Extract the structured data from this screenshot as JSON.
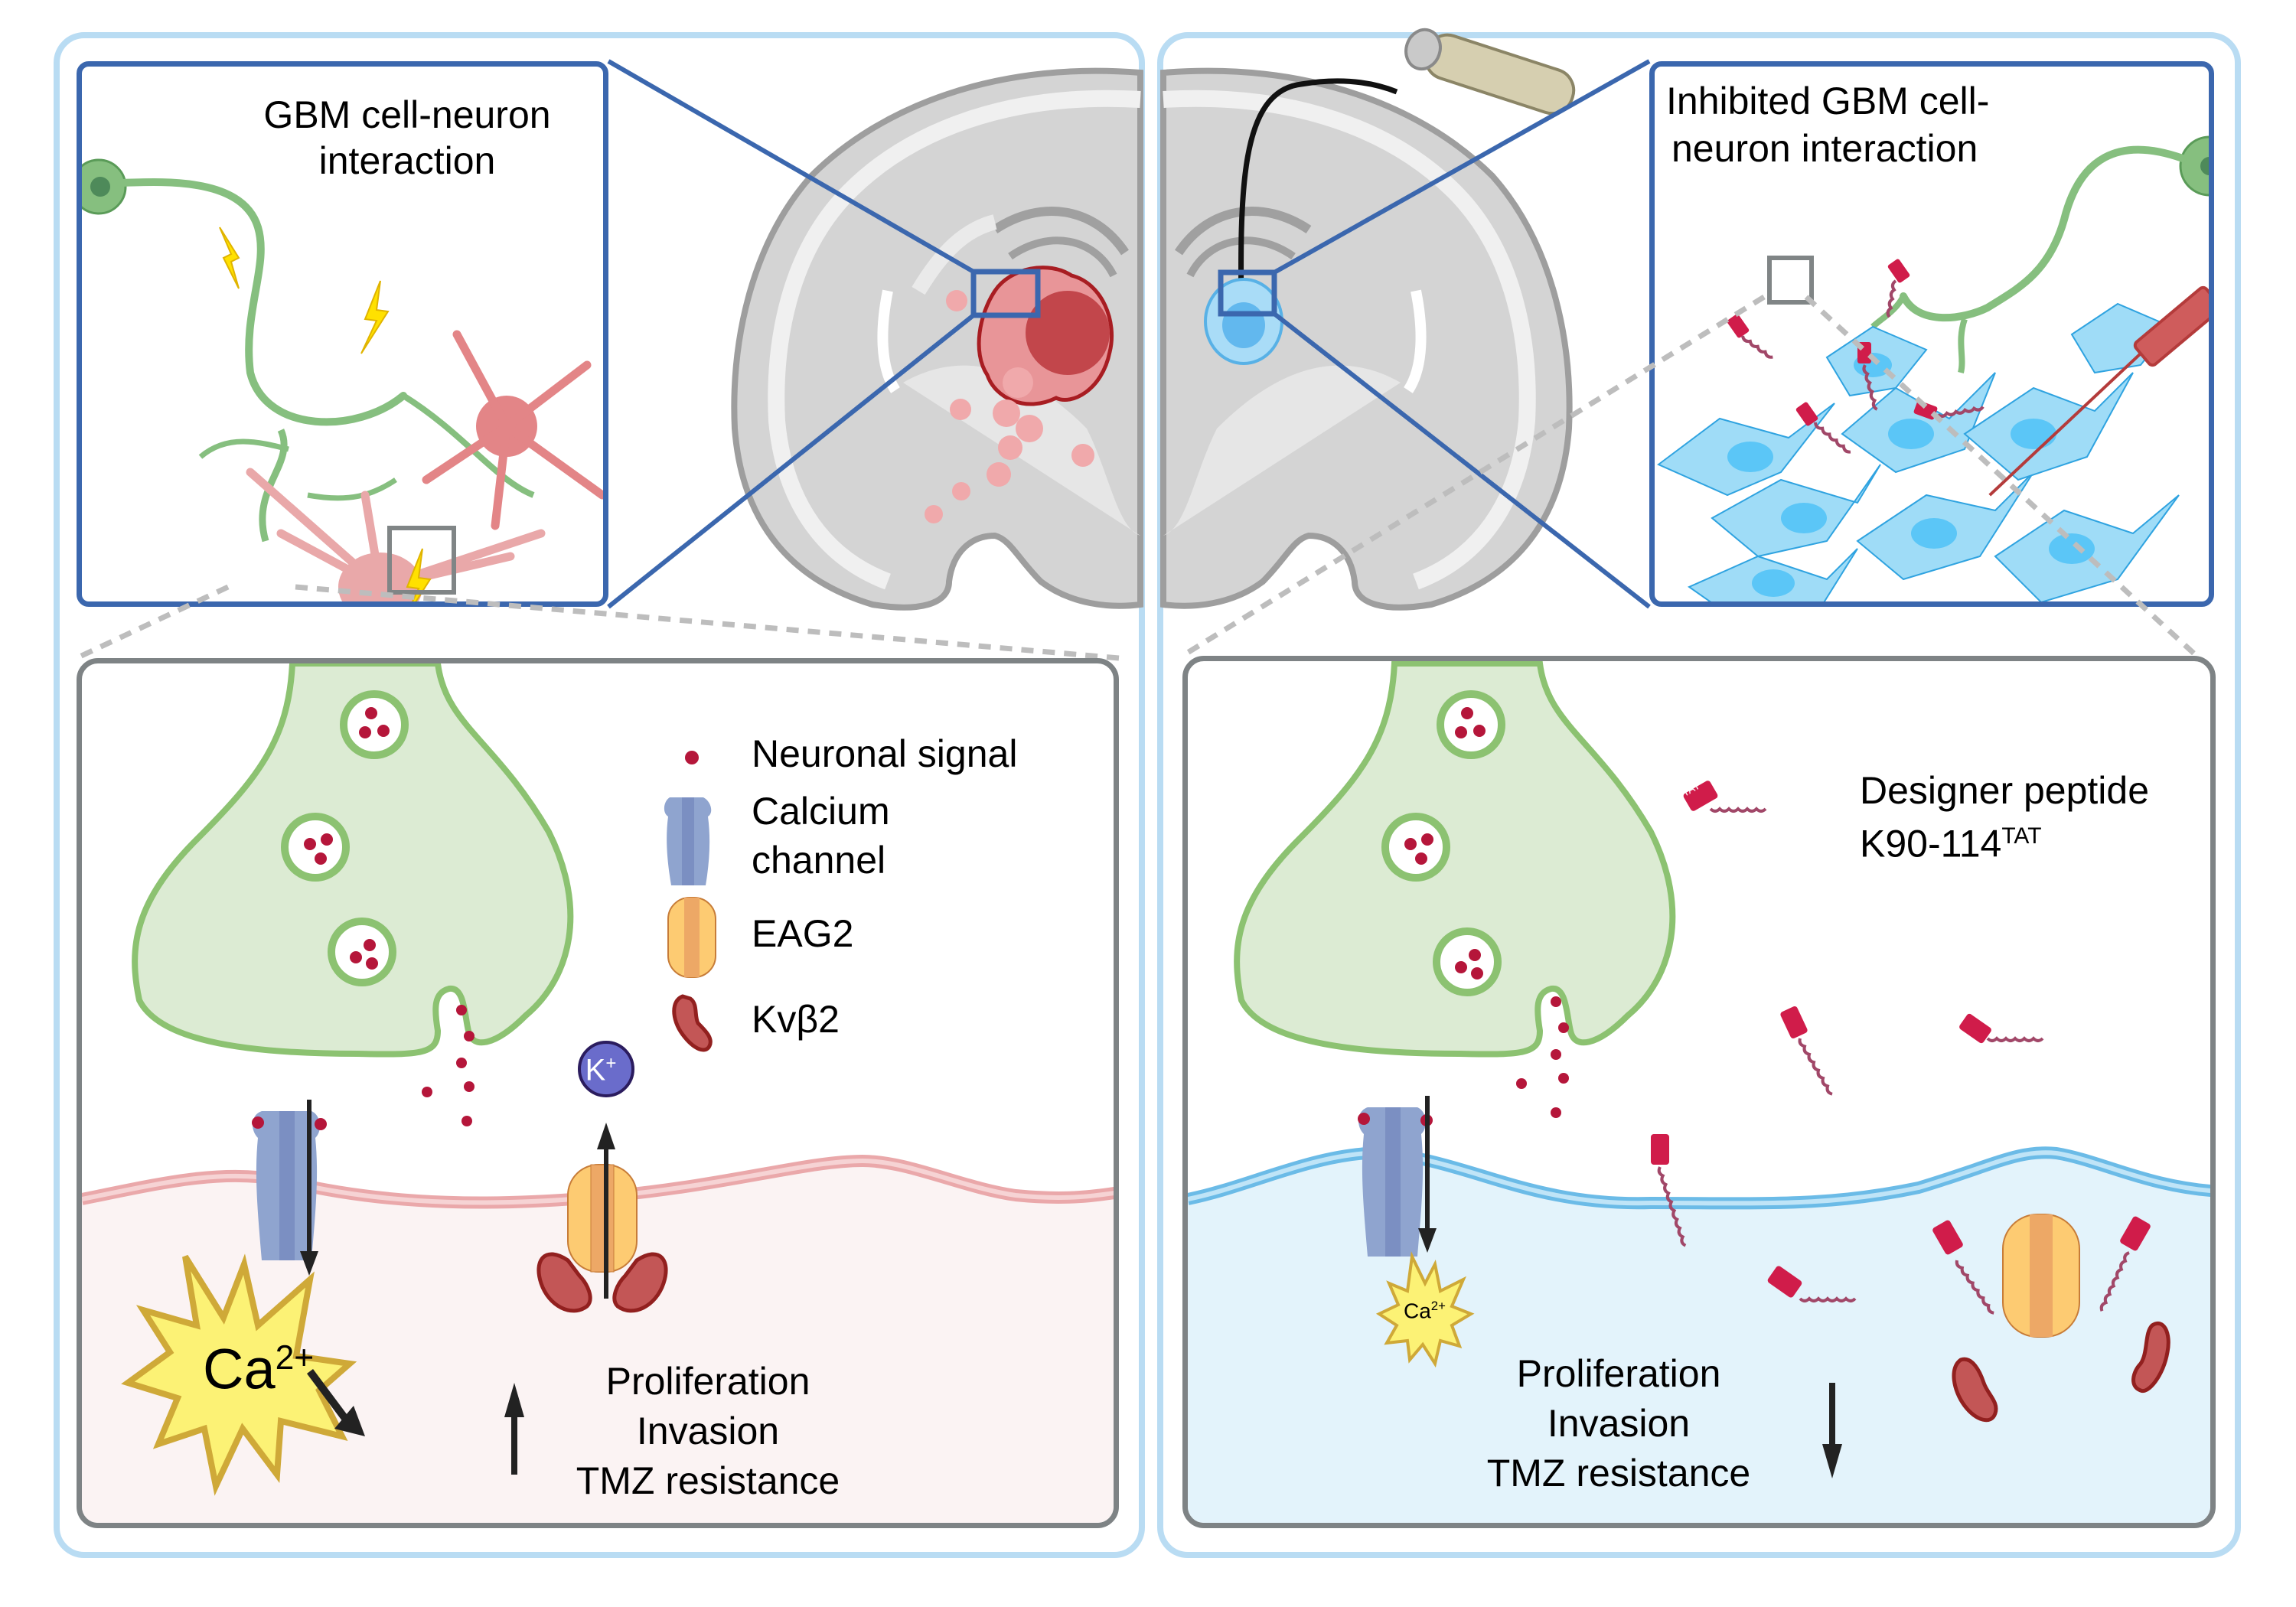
{
  "left_panel": {
    "inset_title_line1": "GBM cell-neuron",
    "inset_title_line2": "interaction",
    "legend": [
      {
        "icon": "neuronal-signal-dot",
        "label": "Neuronal signal"
      },
      {
        "icon": "calcium-channel",
        "label_line1": "Calcium",
        "label_line2": "channel"
      },
      {
        "icon": "eag2-channel",
        "label": "EAG2"
      },
      {
        "icon": "kvb2-subunit",
        "label": "Kvβ2"
      }
    ],
    "ion_bubble": "K",
    "ion_bubble_sup": "+",
    "calcium_label": "Ca",
    "calcium_sup": "2+",
    "outcomes": [
      "Proliferation",
      "Invasion",
      "TMZ resistance"
    ],
    "outcome_direction": "up"
  },
  "right_panel": {
    "inset_title_line1": "Inhibited GBM cell-",
    "inset_title_line2": "neuron interaction",
    "legend": {
      "icon": "tat-peptide",
      "tag_label": "TAT",
      "label_line1": "Designer peptide",
      "label_line2_base": "K90-114",
      "label_line2_sup": "TAT"
    },
    "tat_tag": "TAT",
    "calcium_label": "Ca",
    "calcium_sup": "2+",
    "outcomes": [
      "Proliferation",
      "Invasion",
      "TMZ resistance"
    ],
    "outcome_direction": "down"
  },
  "colors": {
    "outer_border": "#b9dcf3",
    "inset_border": "#3b67ae",
    "box_border": "#7e8385",
    "left_cytoplasm": "#fbf3f3",
    "right_cytoplasm": "#e3f3fb",
    "presynaptic_fill": "#dcebd3",
    "presynaptic_stroke": "#8cc271",
    "neuronal_signal": "#b5163a",
    "calcium_channel": "#8fa4cf",
    "eag2": "#fdcb72",
    "kvb2": "#c35656",
    "k_ion": "#6a6ccb",
    "tat_tag": "#d01c4a",
    "tumor_red": "#e89598",
    "tumor_blue": "#7fc6ee",
    "star_yellow": "#fcf275"
  }
}
